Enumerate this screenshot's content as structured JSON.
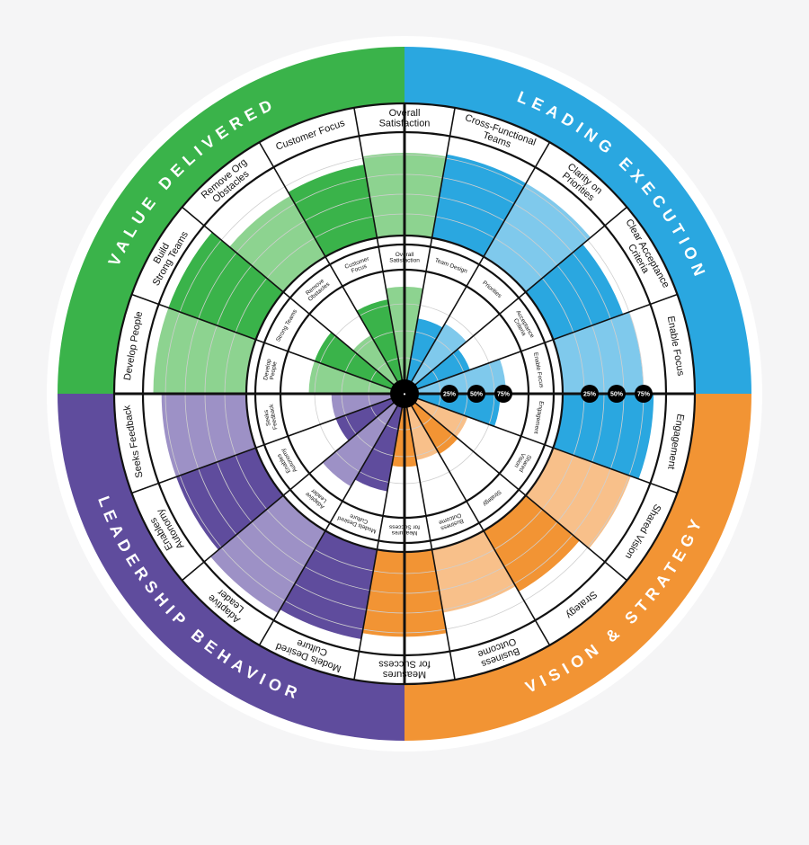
{
  "colors": {
    "green": "#3ab34a",
    "green_light": "#8dd390",
    "blue": "#2aa7e0",
    "blue_light": "#7fc9ec",
    "orange": "#f29434",
    "orange_light": "#f8c08a",
    "purple": "#5f4c9d",
    "purple_light": "#9d91c6",
    "line": "#111111",
    "grid": "#cfcfcf",
    "ring": "#ffffff"
  },
  "segments": [
    {
      "group": "value",
      "outer_label": "Develop People",
      "inner_label": "Develop People",
      "outer_value": 0.9,
      "inner_value": 0.75,
      "shade": "light"
    },
    {
      "group": "value",
      "outer_label": "Build Strong Teams",
      "inner_label": "Strong Teams",
      "outer_value": 0.9,
      "inner_value": 0.75,
      "shade": "dark"
    },
    {
      "group": "value",
      "outer_label": "Remove Org Obstacles",
      "inner_label": "Remove Obstacles",
      "outer_value": 0.68,
      "inner_value": 0.5,
      "shade": "light"
    },
    {
      "group": "value",
      "outer_label": "Customer Focus",
      "inner_label": "Customer Focus",
      "outer_value": 0.72,
      "inner_value": 0.75,
      "shade": "dark"
    },
    {
      "group": "value",
      "outer_label": "Overall Satisfaction",
      "inner_label": "Overall Satisfaction",
      "outer_value": 0.8,
      "inner_value": 0.85,
      "shade": "light"
    },
    {
      "group": "leading",
      "outer_label": "Cross-Functional Teams",
      "inner_label": "Team Design",
      "outer_value": 0.82,
      "inner_value": 0.58,
      "shade": "dark"
    },
    {
      "group": "leading",
      "outer_label": "Clarity on Priorities",
      "inner_label": "Priorities",
      "outer_value": 0.82,
      "inner_value": 0.62,
      "shade": "light"
    },
    {
      "group": "leading",
      "outer_label": "Clear Acceptance Criteria",
      "inner_label": "Acceptance Criteria",
      "outer_value": 0.72,
      "inner_value": 0.52,
      "shade": "dark"
    },
    {
      "group": "leading",
      "outer_label": "Enable Focus",
      "inner_label": "Enable Focus",
      "outer_value": 0.78,
      "inner_value": 0.8,
      "shade": "light"
    },
    {
      "group": "leading",
      "outer_label": "Engagement",
      "inner_label": "Engagement",
      "outer_value": 0.88,
      "inner_value": 0.75,
      "shade": "dark"
    },
    {
      "group": "vision",
      "outer_label": "Shared Vision",
      "inner_label": "Shared Vision",
      "outer_value": 0.8,
      "inner_value": 0.5,
      "shade": "light"
    },
    {
      "group": "vision",
      "outer_label": "Strategy",
      "inner_label": "Strategy",
      "outer_value": 0.68,
      "inner_value": 0.52,
      "shade": "dark"
    },
    {
      "group": "vision",
      "outer_label": "Business Outcome",
      "inner_label": "Business Outcome",
      "outer_value": 0.62,
      "inner_value": 0.5,
      "shade": "light"
    },
    {
      "group": "vision",
      "outer_label": "Measures for Success",
      "inner_label": "Measures for Success",
      "outer_value": 0.82,
      "inner_value": 0.55,
      "shade": "dark"
    },
    {
      "group": "behavior",
      "outer_label": "Models Desired Culture",
      "inner_label": "Models Desired Culture",
      "outer_value": 0.88,
      "inner_value": 0.78,
      "shade": "dark"
    },
    {
      "group": "behavior",
      "outer_label": "Adaptive Leader",
      "inner_label": "Adaptive Leader",
      "outer_value": 0.92,
      "inner_value": 0.85,
      "shade": "light"
    },
    {
      "group": "behavior",
      "outer_label": "Enables Autonomy",
      "inner_label": "Enables Autonomy",
      "outer_value": 0.82,
      "inner_value": 0.55,
      "shade": "dark"
    },
    {
      "group": "behavior",
      "outer_label": "Seeks Feedback",
      "inner_label": "Seeks Feedback",
      "outer_value": 0.82,
      "inner_value": 0.55,
      "shade": "light"
    }
  ],
  "groups": [
    {
      "key": "leading",
      "title": "LEADING EXECUTION",
      "color": "#2aa7e0"
    },
    {
      "key": "vision",
      "title": "VISION & STRATEGY",
      "color": "#f29434"
    },
    {
      "key": "behavior",
      "title": "LEADERSHIP BEHAVIOR",
      "color": "#5f4c9d"
    },
    {
      "key": "value",
      "title": "VALUE DELIVERED",
      "color": "#3ab34a"
    }
  ],
  "scale_markers": [
    "25%",
    "50%",
    "75%"
  ],
  "center_marker": "•"
}
